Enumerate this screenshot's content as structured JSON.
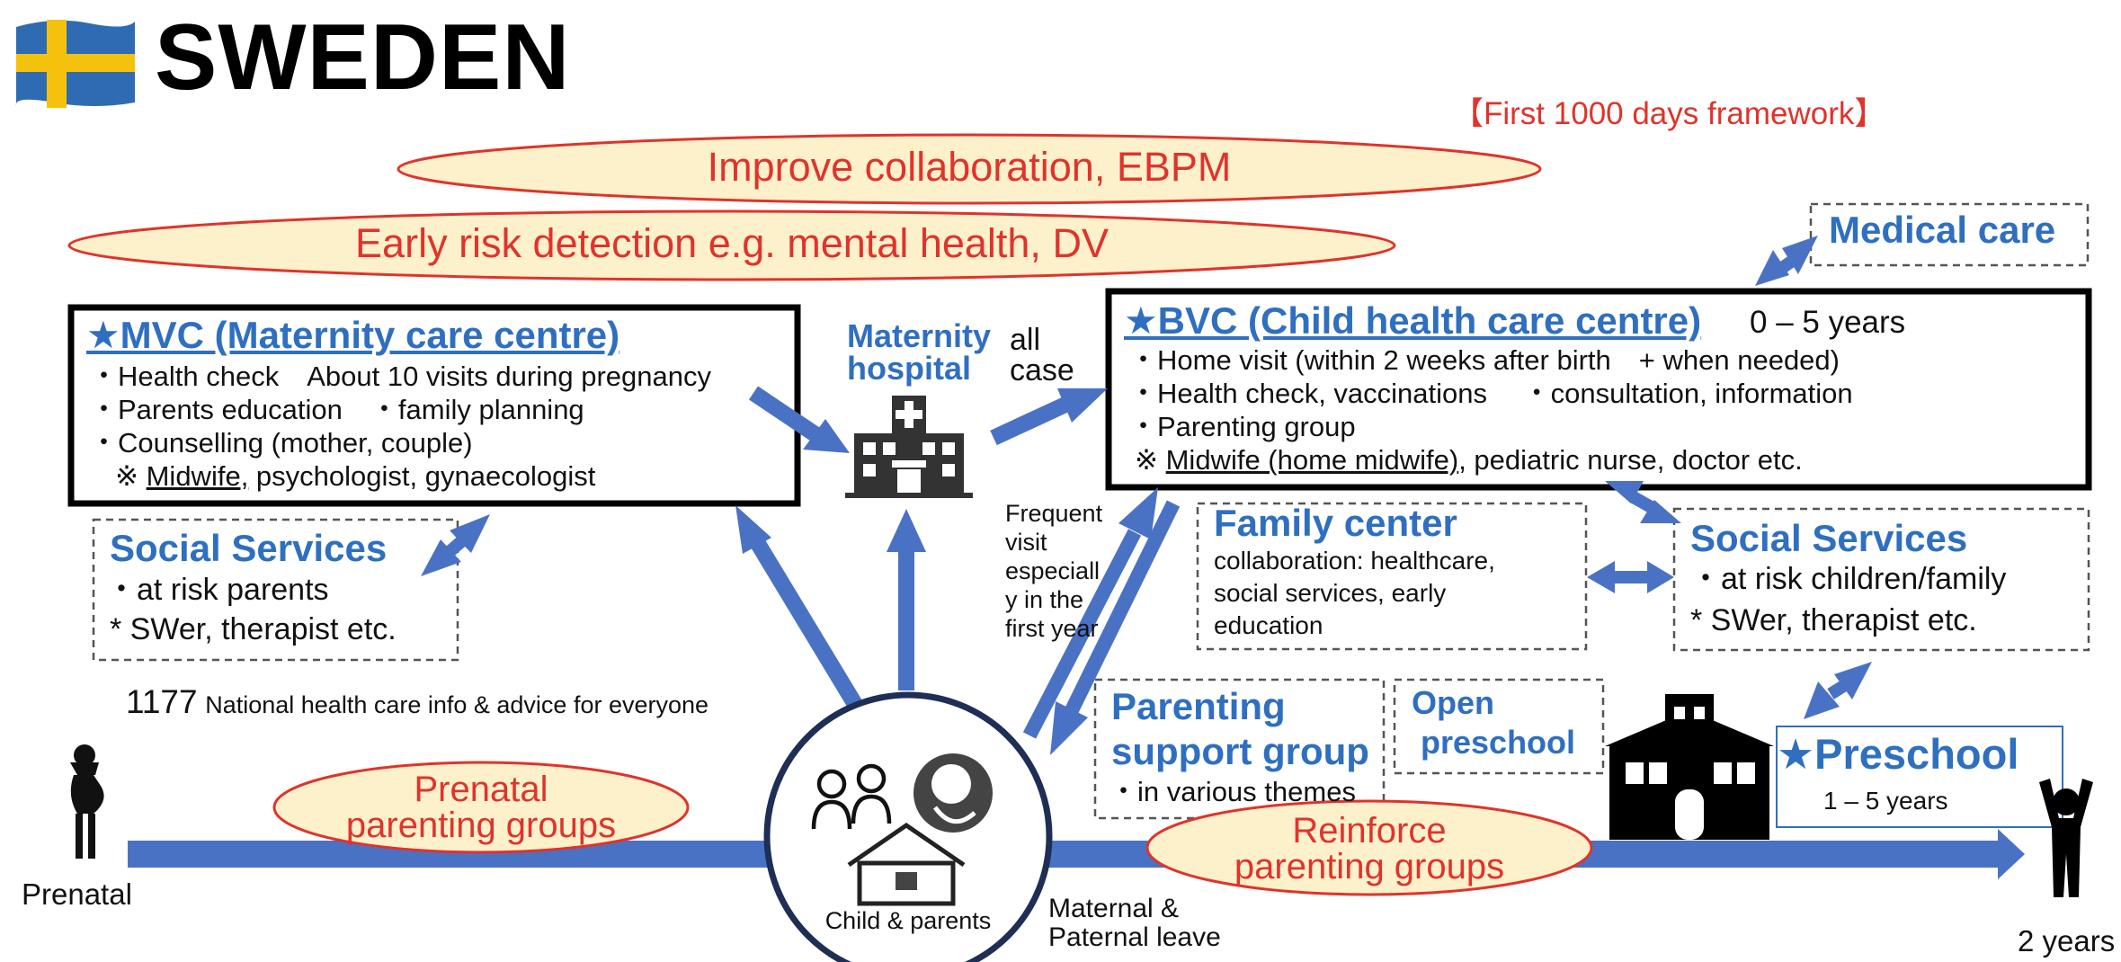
{
  "header": {
    "flag": "Sweden flag",
    "title": "SWEDEN"
  },
  "framework_label": "【First 1000 days framework】",
  "ellipses": {
    "collaboration": "Improve collaboration, EBPM",
    "risk": "Early risk detection  e.g. mental health, DV",
    "prenatal": [
      "Prenatal",
      "parenting groups"
    ],
    "reinforce": [
      "Reinforce",
      "parenting groups"
    ]
  },
  "mvc": {
    "title": "★MVC (Maternity care centre)",
    "lines": [
      "・Health check　About 10 visits during pregnancy",
      "・Parents education　・family planning",
      "・Counselling (mother, couple)"
    ],
    "staff_prefix": "※",
    "staff_underlined": "Midwife,",
    "staff_rest": " psychologist, gynaecologist"
  },
  "bvc": {
    "title": "★BVC (Child health care centre)",
    "age": "0 – 5 years",
    "lines": [
      "・Home visit (within 2 weeks after birth　+ when needed)",
      "・Health check, vaccinations　 ・consultation, information",
      "・Parenting group"
    ],
    "staff_prefix": "※",
    "staff_underlined": "Midwife (home midwife)",
    "staff_rest": ", pediatric nurse, doctor etc."
  },
  "maternity_hospital": {
    "line1": "Maternity",
    "line2": "hospital",
    "all": "all",
    "case": "case"
  },
  "medical_care": "Medical care",
  "social_services_left": {
    "title": "Social Services",
    "line1": "・at risk parents",
    "line2": "* SWer, therapist etc."
  },
  "social_services_right": {
    "title": "Social Services",
    "line1": "・at risk children/family",
    "line2": "* SWer, therapist etc."
  },
  "family_center": {
    "title": "Family center",
    "lines": [
      "collaboration: healthcare,",
      "social services, early",
      "education"
    ]
  },
  "frequent_visit": [
    "Frequent",
    "visit",
    "especiall",
    "y in the",
    "first year"
  ],
  "hotline": {
    "number": "1177",
    "text": "National health care info & advice for everyone"
  },
  "parenting_support": {
    "title1": "Parenting",
    "title2": "support group",
    "line": "・in various themes"
  },
  "open_preschool": {
    "line1": "Open",
    "line2": "preschool"
  },
  "preschool": {
    "title": "★Preschool",
    "age": "1 – 5 years"
  },
  "center": {
    "label": "Child & parents"
  },
  "timeline": {
    "start": "Prenatal",
    "leave1": "Maternal &",
    "leave2": "Paternal leave",
    "end": "2 years"
  },
  "colors": {
    "blue": "#2f6fc0",
    "arrow": "#4a72c4",
    "red": "#e0332b",
    "ellipse_fill": "#fdf1cc",
    "ellipse_stroke": "#e0332b"
  }
}
